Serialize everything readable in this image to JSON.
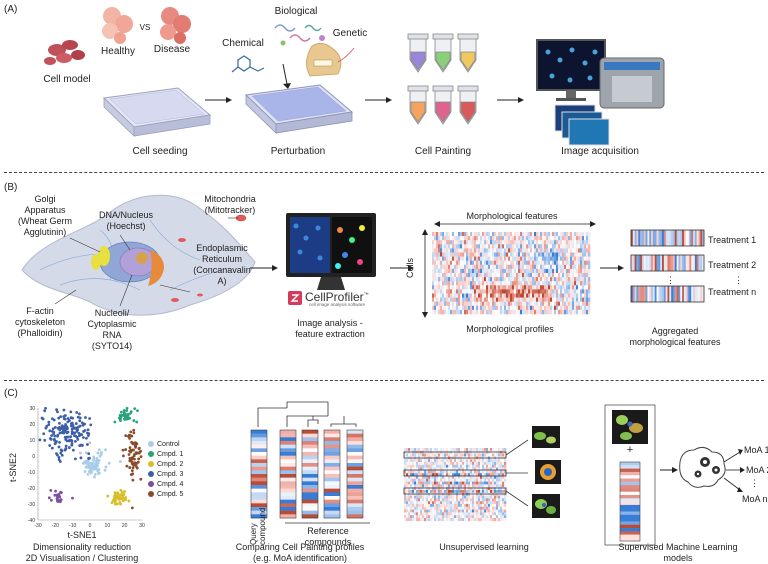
{
  "panels": {
    "a": "(A)",
    "b": "(B)",
    "c": "(C)"
  },
  "rowA": {
    "cell_model": "Cell model",
    "healthy": "Healthy",
    "vs": "VS",
    "disease": "Disease",
    "biological": "Biological",
    "chemical": "Chemical",
    "genetic": "Genetic",
    "cell_seeding": "Cell seeding",
    "perturbation": "Perturbation",
    "cell_painting": "Cell Painting",
    "image_acquisition": "Image acquisition"
  },
  "rowB": {
    "golgi": [
      "Golgi",
      "Apparatus",
      "(Wheat Germ",
      "Agglutinin)"
    ],
    "dna": [
      "DNA/Nucleus",
      "(Hoechst)"
    ],
    "mito": [
      "Mitochondria",
      "(Mitotracker)"
    ],
    "er": [
      "Endoplasmic",
      "Reticulum",
      "(Concanavalin",
      "A)"
    ],
    "factin": [
      "F-actin",
      "cytoskeleton",
      "(Phalloidin)"
    ],
    "nucleoli": [
      "Nucleoli/",
      "Cytoplasmic",
      "RNA",
      "(SYTO14)"
    ],
    "cellprofiler": "CellProfiler",
    "cellprofiler_tm": "™",
    "cellprofiler_sub": "cell image analysis software",
    "image_analysis": [
      "Image analysis -",
      "feature extraction"
    ],
    "morph_features": "Morphological features",
    "cells": "Cells",
    "morph_profiles": "Morphological profiles",
    "treatments": [
      "Treatment 1",
      "Treatment 2",
      "Treatment n"
    ],
    "dots": "⋮",
    "aggregated": [
      "Aggregated",
      "morphological features"
    ]
  },
  "rowC": {
    "tsne_caption": [
      "Dimensionality reduction",
      "2D Visualisation / Clustering"
    ],
    "compare_caption": [
      "Comparing Cell Painting profiles",
      "(e.g. MoA identification)"
    ],
    "query": [
      "Query",
      "compound"
    ],
    "reference": [
      "Reference",
      "compounds"
    ],
    "unsupervised": "Unsupervised learning",
    "supervised": [
      "Supervised Machine Learning",
      "models"
    ],
    "plus": "+",
    "moa": [
      "MoA 1",
      "MoA 2",
      "MoA n"
    ],
    "dots": "⋮"
  },
  "chart_data": {
    "type": "scatter",
    "xlabel": "t-SNE1",
    "ylabel": "t-SNE2",
    "xlim": [
      -30,
      30
    ],
    "ylim": [
      -40,
      30
    ],
    "xticks": [
      -30,
      -20,
      -10,
      0,
      10,
      20,
      30
    ],
    "yticks": [
      30,
      20,
      10,
      0,
      -10,
      -20,
      -30,
      -40
    ],
    "legend_position": "right",
    "series": [
      {
        "name": "Control",
        "color": "#a7cde8",
        "cx": 2,
        "cy": -5,
        "sx": 4,
        "sy": 4,
        "n": 70
      },
      {
        "name": "Cmpd. 1",
        "color": "#2aa37a",
        "cx": 20,
        "cy": 25,
        "sx": 3,
        "sy": 2.5,
        "n": 40
      },
      {
        "name": "Cmpd. 2",
        "color": "#d8bf2a",
        "cx": 17,
        "cy": -26,
        "sx": 3,
        "sy": 2.5,
        "n": 45
      },
      {
        "name": "Cmpd. 3",
        "color": "#3d5fa8",
        "cx": -13,
        "cy": 15,
        "sx": 7,
        "sy": 7,
        "n": 170
      },
      {
        "name": "Cmpd. 4",
        "color": "#7b4fa0",
        "cx": -18,
        "cy": -26,
        "sx": 2.5,
        "sy": 2,
        "n": 22
      },
      {
        "name": "Cmpd. 5",
        "color": "#8b4a2a",
        "cx": 25,
        "cy": 0,
        "sx": 2.5,
        "sy": 8,
        "n": 75
      }
    ]
  }
}
